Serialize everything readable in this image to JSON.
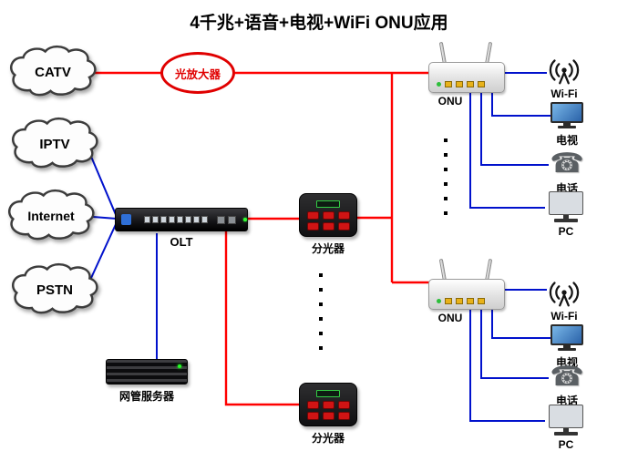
{
  "title": "4千兆+语音+电视+WiFi ONU应用",
  "colors": {
    "fiber_red": "#ff0000",
    "cable_blue": "#0011cc",
    "amp_red": "#e00000"
  },
  "clouds": [
    {
      "label": "CATV"
    },
    {
      "label": "IPTV"
    },
    {
      "label": "Internet"
    },
    {
      "label": "PSTN"
    }
  ],
  "amplifier": {
    "label": "光放大器"
  },
  "olt": {
    "label": "OLT"
  },
  "splitters": [
    {
      "label": "分光器"
    },
    {
      "label": "分光器"
    }
  ],
  "onus": [
    {
      "label": "ONU"
    },
    {
      "label": "ONU"
    }
  ],
  "terminal_groups": [
    {
      "wifi": "Wi-Fi",
      "tv": "电视",
      "phone": "电话",
      "pc": "PC"
    },
    {
      "wifi": "Wi-Fi",
      "tv": "电视",
      "phone": "电话",
      "pc": "PC"
    }
  ],
  "server": {
    "label": "网管服务器"
  },
  "icons": {
    "phone_glyph": "☎"
  }
}
